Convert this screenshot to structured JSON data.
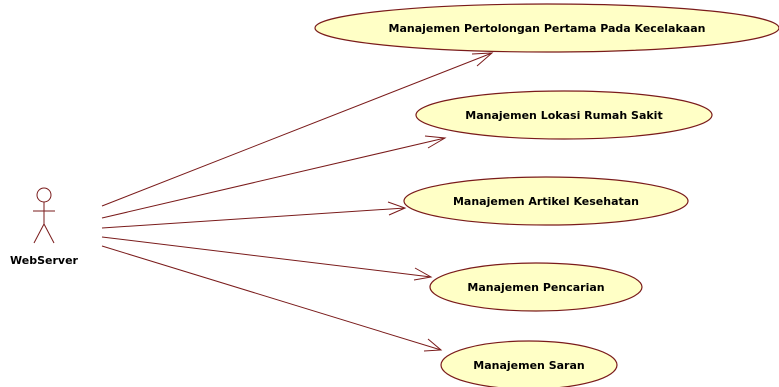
{
  "actor": {
    "name": "WebServer",
    "icon": "stick-figure-actor-icon"
  },
  "use_cases": [
    {
      "id": "uc1",
      "label": "Manajemen Pertolongan Pertama Pada Kecelakaan"
    },
    {
      "id": "uc2",
      "label": "Manajemen Lokasi Rumah Sakit"
    },
    {
      "id": "uc3",
      "label": "Manajemen Artikel Kesehatan"
    },
    {
      "id": "uc4",
      "label": "Manajemen Pencarian"
    },
    {
      "id": "uc5",
      "label": "Manajemen Saran"
    }
  ],
  "associations": [
    {
      "from": "WebServer",
      "to": "uc1"
    },
    {
      "from": "WebServer",
      "to": "uc2"
    },
    {
      "from": "WebServer",
      "to": "uc3"
    },
    {
      "from": "WebServer",
      "to": "uc4"
    },
    {
      "from": "WebServer",
      "to": "uc5"
    }
  ],
  "colors": {
    "use_case_fill": "#ffffc6",
    "line": "#7a1b1b",
    "text": "#000000"
  }
}
